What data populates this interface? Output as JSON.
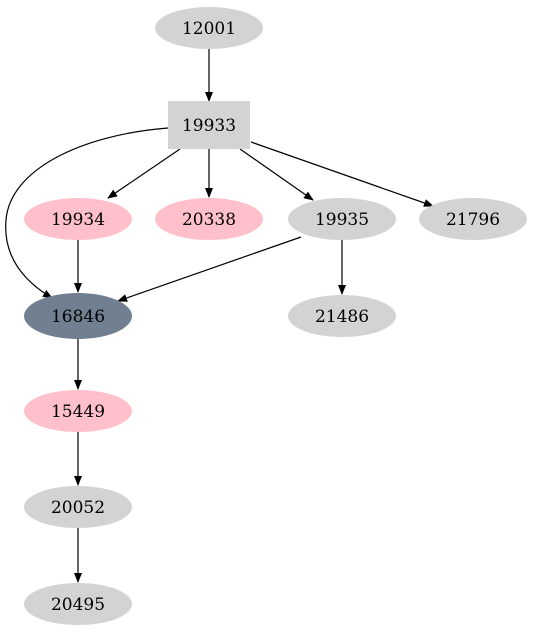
{
  "graph": {
    "nodes": [
      {
        "id": "12001",
        "label": "12001",
        "shape": "ellipse",
        "fill": "#d3d3d3",
        "text_color": "#000000"
      },
      {
        "id": "19933",
        "label": "19933",
        "shape": "box",
        "fill": "#d3d3d3",
        "text_color": "#000000"
      },
      {
        "id": "19934",
        "label": "19934",
        "shape": "ellipse",
        "fill": "#ffc0cb",
        "text_color": "#000000"
      },
      {
        "id": "20338",
        "label": "20338",
        "shape": "ellipse",
        "fill": "#ffc0cb",
        "text_color": "#000000"
      },
      {
        "id": "19935",
        "label": "19935",
        "shape": "ellipse",
        "fill": "#d3d3d3",
        "text_color": "#000000"
      },
      {
        "id": "21796",
        "label": "21796",
        "shape": "ellipse",
        "fill": "#d3d3d3",
        "text_color": "#000000"
      },
      {
        "id": "16846",
        "label": "16846",
        "shape": "ellipse",
        "fill": "#708090",
        "text_color": "#000000"
      },
      {
        "id": "21486",
        "label": "21486",
        "shape": "ellipse",
        "fill": "#d3d3d3",
        "text_color": "#000000"
      },
      {
        "id": "15449",
        "label": "15449",
        "shape": "ellipse",
        "fill": "#ffc0cb",
        "text_color": "#000000"
      },
      {
        "id": "20052",
        "label": "20052",
        "shape": "ellipse",
        "fill": "#d3d3d3",
        "text_color": "#000000"
      },
      {
        "id": "20495",
        "label": "20495",
        "shape": "ellipse",
        "fill": "#d3d3d3",
        "text_color": "#000000"
      }
    ],
    "edges": [
      {
        "from": "12001",
        "to": "19933"
      },
      {
        "from": "19933",
        "to": "19934"
      },
      {
        "from": "19933",
        "to": "20338"
      },
      {
        "from": "19933",
        "to": "19935"
      },
      {
        "from": "19933",
        "to": "21796"
      },
      {
        "from": "19933",
        "to": "16846"
      },
      {
        "from": "19934",
        "to": "16846"
      },
      {
        "from": "19935",
        "to": "16846"
      },
      {
        "from": "19935",
        "to": "21486"
      },
      {
        "from": "16846",
        "to": "15449"
      },
      {
        "from": "15449",
        "to": "20052"
      },
      {
        "from": "20052",
        "to": "20495"
      }
    ]
  }
}
